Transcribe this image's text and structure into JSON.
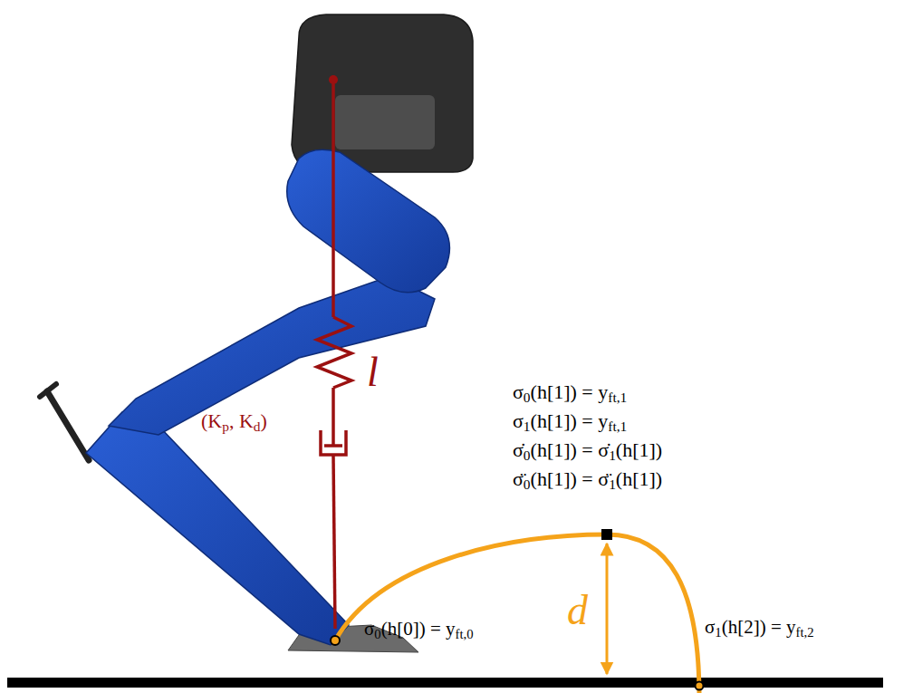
{
  "diagram": {
    "labels": [
      "l",
      "(Kp, Kd)",
      "σ0(h[1]) = yft,1",
      "σ1(h[1]) = yft,1",
      "σ̇0(h[1]) = σ̇1(h[1])",
      "σ̈0(h[1]) = σ̈1(h[1])",
      "d",
      "σ0(h[0]) = yft,0",
      "σ1(h[2]) = yft,2"
    ]
  }
}
